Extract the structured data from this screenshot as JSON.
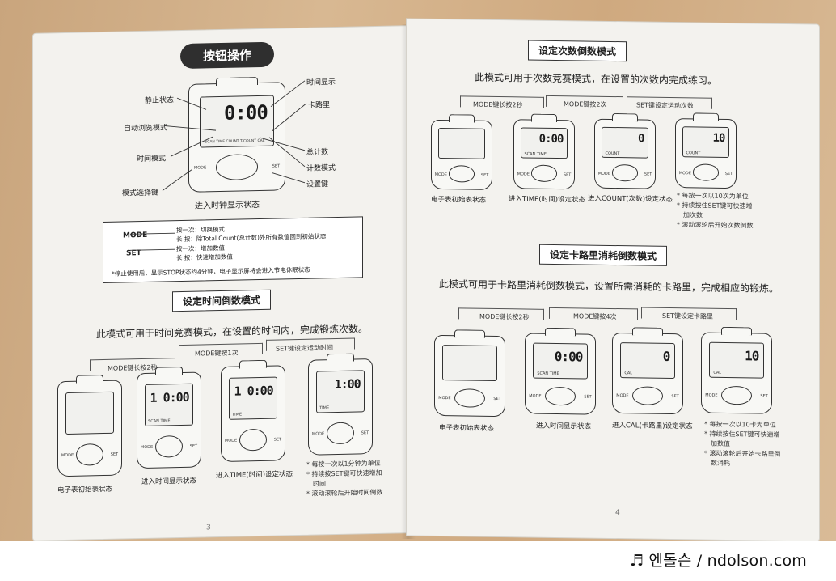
{
  "left_page": {
    "title": "按钮操作",
    "callouts": {
      "static_state": "静止状态",
      "auto_browse": "自动浏览模式",
      "time_mode": "时间模式",
      "mode_select_key": "模式选择键",
      "time_display": "时间显示",
      "calorie": "卡路里",
      "total_count": "总计数",
      "count_mode": "计数模式",
      "set_key": "设置键"
    },
    "main_device": {
      "digits": "0:00",
      "lcd_labels": "SCAN TIME   COUNT  T-COUNT  CAL",
      "mode_label": "MODE",
      "set_label": "SET"
    },
    "main_caption": "进入时钟显示状态",
    "legend": {
      "mode_key": "MODE",
      "mode_line1": "按一次：切换模式",
      "mode_line2": "长  按：除Total Count(总计数)外所有数值回到初始状态",
      "set_key": "SET",
      "set_line1": "按一次：增加数值",
      "set_line2": "长  按：快速增加数值",
      "footnote": "*停止使用后，显示STOP状态约4分钟，电子显示屏将会进入节电休眠状态"
    },
    "section_heading": "设定时间倒数模式",
    "section_intro": "此模式可用于时间竞赛模式，在设置的时间内，完成锻炼次数。",
    "steps": [
      "MODE键长按2秒",
      "MODE键按1次",
      "SET键设定运动时间"
    ],
    "devices": [
      {
        "digits": "",
        "caption": "电子表初始表状态"
      },
      {
        "digits": "1 0:00",
        "caption": "进入时间显示状态",
        "lcd": "SCAN TIME"
      },
      {
        "digits": "1 0:00",
        "caption": "进入TIME(时间)设定状态",
        "lcd": "TIME"
      },
      {
        "digits": "1:00",
        "caption": "",
        "lcd": "TIME"
      }
    ],
    "notes": [
      "* 每按一次以1分钟为单位",
      "* 持续按SET键可快速增加",
      "时间",
      "* 滚动滚轮后开始时间倒数"
    ],
    "page_number": "3"
  },
  "right_page": {
    "section1_heading": "设定次数倒数模式",
    "section1_intro": "此模式可用于次数竞赛模式，在设置的次数内完成练习。",
    "section1_steps": [
      "MODE键长按2秒",
      "MODE键按2次",
      "SET键设定运动次数"
    ],
    "section1_devices": [
      {
        "digits": "",
        "caption": "电子表初始表状态"
      },
      {
        "digits": "0:00",
        "caption": "进入TIME(时间)设定状态",
        "lcd": "SCAN TIME"
      },
      {
        "digits": "0",
        "caption": "进入COUNT(次数)设定状态",
        "lcd": "COUNT"
      },
      {
        "digits": "10",
        "caption": "",
        "lcd": "COUNT"
      }
    ],
    "section1_notes": [
      "* 每按一次以10次为单位",
      "* 持续按住SET键可快速增",
      "加次数",
      "* 滚动滚轮后开始次数倒数"
    ],
    "section2_heading": "设定卡路里消耗倒数模式",
    "section2_intro": "此模式可用于卡路里消耗倒数模式，设置所需消耗的卡路里，完成相应的锻炼。",
    "section2_steps": [
      "MODE键长按2秒",
      "MODE键按4次",
      "SET键设定卡路里"
    ],
    "section2_devices": [
      {
        "digits": "",
        "caption": "电子表初始表状态"
      },
      {
        "digits": "0:00",
        "caption": "进入时间显示状态",
        "lcd": "SCAN TIME"
      },
      {
        "digits": "0",
        "caption": "进入CAL(卡路里)设定状态",
        "lcd": "CAL"
      },
      {
        "digits": "10",
        "caption": "",
        "lcd": "CAL"
      }
    ],
    "section2_notes": [
      "* 每按一次以10卡为单位",
      "* 持续按住SET键可快速增",
      "加数值",
      "* 滚动滚轮后开始卡路里倒",
      "数消耗"
    ],
    "page_number": "4"
  },
  "watermark": "♬ 엔돌슨 / ndolson.com"
}
